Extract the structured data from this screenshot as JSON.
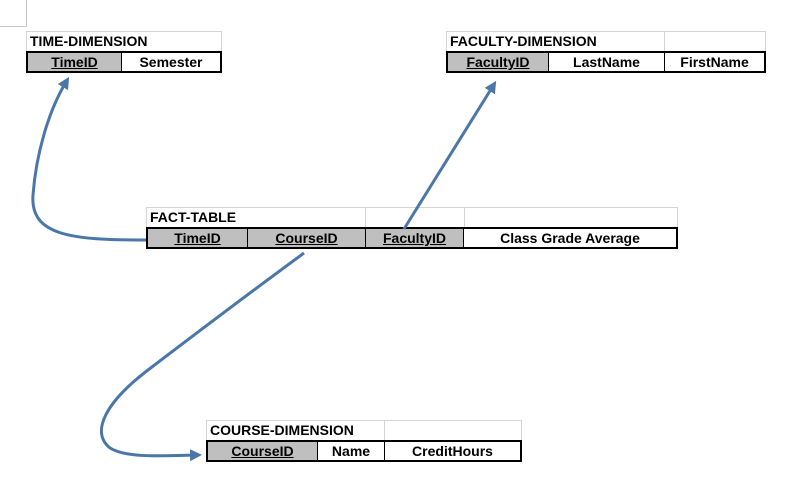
{
  "time_dimension": {
    "title": "TIME-DIMENSION",
    "columns": [
      "TimeID",
      "Semester"
    ]
  },
  "faculty_dimension": {
    "title": "FACULTY-DIMENSION",
    "columns": [
      "FacultyID",
      "LastName",
      "FirstName"
    ]
  },
  "fact_table": {
    "title": "FACT-TABLE",
    "columns": [
      "TimeID",
      "CourseID",
      "FacultyID",
      "Class Grade Average"
    ]
  },
  "course_dimension": {
    "title": "COURSE-DIMENSION",
    "columns": [
      "CourseID",
      "Name",
      "CreditHours"
    ]
  },
  "colors": {
    "arrow": "#4a76a8",
    "key_fill": "#bfbfbf"
  }
}
